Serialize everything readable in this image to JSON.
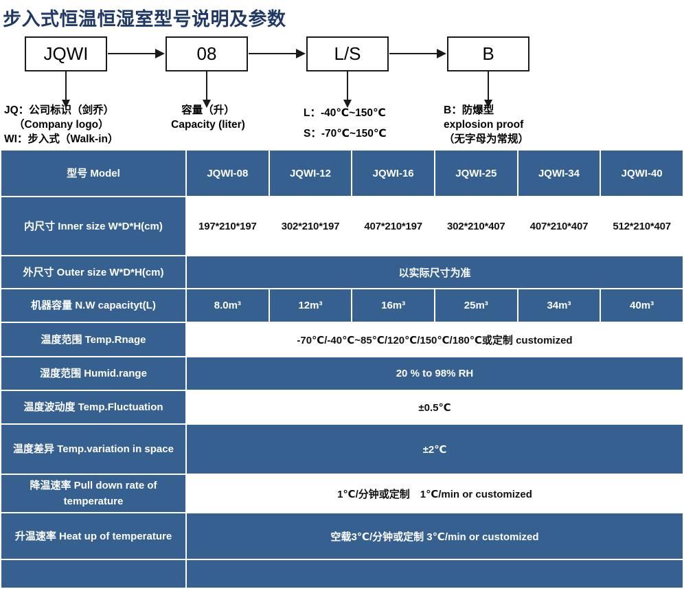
{
  "page": {
    "title": "步入式恒温恒湿室型号说明及参数",
    "title_color": "#1f3864",
    "table_blue": "#35608f"
  },
  "flow": {
    "boxes": [
      {
        "name": "box-jqwi",
        "label": "JQWI"
      },
      {
        "name": "box-08",
        "label": "08"
      },
      {
        "name": "box-ls",
        "label": "L/S"
      },
      {
        "name": "box-b",
        "label": "B"
      }
    ],
    "legends": [
      {
        "name": "legend-jqwi",
        "line1": "JQ：公司标识（剑乔）",
        "line2": "（Company logo）",
        "line3": "WI：步入式（Walk-in）"
      },
      {
        "name": "legend-capacity",
        "line1": "容量（升）",
        "line2": "Capacity (liter)"
      },
      {
        "name": "legend-ls",
        "line1": "L：-40℃~150℃",
        "line2": "S：-70℃~150℃"
      },
      {
        "name": "legend-b",
        "line1": "B：防爆型",
        "line2": "explosion proof",
        "line3": "（无字母为常规）"
      }
    ]
  },
  "table": {
    "header": {
      "row_label": "型号 Model",
      "models": [
        "JQWI-08",
        "JQWI-12",
        "JQWI-16",
        "JQWI-25",
        "JQWI-34",
        "JQWI-40"
      ]
    },
    "rows": [
      {
        "key": "inner-size",
        "label": "内尺寸 Inner size W*D*H(cm)",
        "style": "white",
        "values": [
          "197*210*197",
          "302*210*197",
          "407*210*197",
          "302*210*407",
          "407*210*407",
          "512*210*407"
        ]
      },
      {
        "key": "outer-size",
        "label": "外尺寸 Outer size W*D*H(cm)",
        "style": "blue",
        "merged": "以实际尺寸为准"
      },
      {
        "key": "nw-capacity",
        "label": "机器容量 N.W capacityt(L)",
        "style": "blue",
        "values": [
          "8.0m³",
          "12m³",
          "16m³",
          "25m³",
          "34m³",
          "40m³"
        ]
      },
      {
        "key": "temp-range",
        "label": "温度范围 Temp.Rnage",
        "style": "white",
        "merged": "-70℃/-40℃~85℃/120℃/150℃/180℃或定制 customized"
      },
      {
        "key": "humid-range",
        "label": "湿度范围 Humid.range",
        "style": "blue",
        "merged": "20 % to 98% RH"
      },
      {
        "key": "temp-fluctuation",
        "label": "温度波动度 Temp.Fluctuation",
        "style": "white",
        "merged": "±0.5℃"
      },
      {
        "key": "temp-variation",
        "label": "温度差异 Temp.variation in space",
        "style": "blue",
        "merged": "±2℃"
      },
      {
        "key": "pull-down-rate",
        "label": "降温速率 Pull down rate of temperature",
        "style": "white",
        "merged": "1℃/分钟或定制　1℃/min or customized"
      },
      {
        "key": "heat-up-rate",
        "label": "升温速率 Heat up of temperature",
        "style": "blue",
        "merged": "空载3℃/分钟或定制 3℃/min or customized"
      },
      {
        "key": "cut-off-row",
        "label": "",
        "style": "blue",
        "merged": ""
      }
    ]
  }
}
